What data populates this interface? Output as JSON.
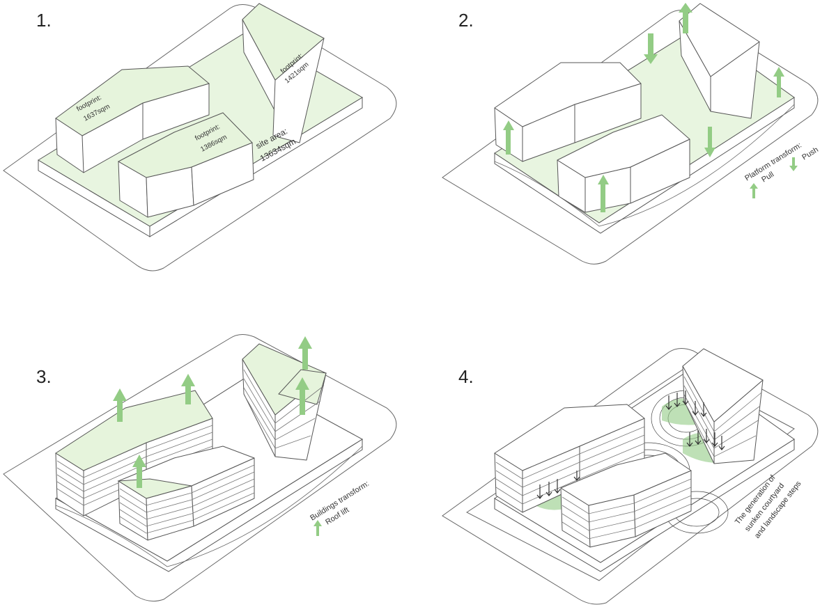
{
  "colors": {
    "green_fill": "#e8f5e0",
    "arrow_green": "#93cc85",
    "line": "#555555"
  },
  "panels": [
    {
      "number": "1.",
      "labels": {
        "fp_a_1": "footprint:",
        "fp_a_2": "1637sqm",
        "fp_b_1": "footprint:",
        "fp_b_2": "1421sqm",
        "fp_c_1": "footprint:",
        "fp_c_2": "1386sqm",
        "site_1": "site area:",
        "site_2": "13634sqm"
      }
    },
    {
      "number": "2.",
      "legend_title": "Platform transform:",
      "legend_pull": "Pull",
      "legend_push": "Push"
    },
    {
      "number": "3.",
      "legend_title": "Buildings transform:",
      "legend_item": "Roof lift"
    },
    {
      "number": "4.",
      "caption_1": "The generation of",
      "caption_2": "sunken courtyard",
      "caption_3": "and landscape steps"
    }
  ]
}
